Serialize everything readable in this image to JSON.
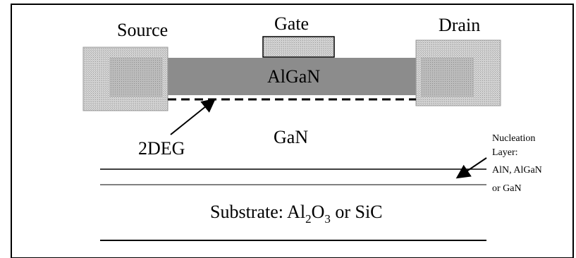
{
  "labels": {
    "source": "Source",
    "gate": "Gate",
    "drain": "Drain",
    "barrier": "AlGaN",
    "channel_layer": "GaN",
    "two_deg": "2DEG",
    "substrate_prefix": "Substrate: Al",
    "substrate_sub1": "2",
    "substrate_o": "O",
    "substrate_sub2": "3",
    "substrate_suffix": " or SiC",
    "nucleation_line1": "Nucleation",
    "nucleation_line2": "Layer:",
    "nucleation_line3": "AlN, AlGaN",
    "nucleation_line4": "or GaN"
  },
  "colors": {
    "barrier_fill": "#8c8c8c",
    "contact_fill": "#d6d6d6",
    "contact_inner": "#bdbdbd",
    "gate_fill": "#d9d9d9",
    "line": "#000000"
  }
}
